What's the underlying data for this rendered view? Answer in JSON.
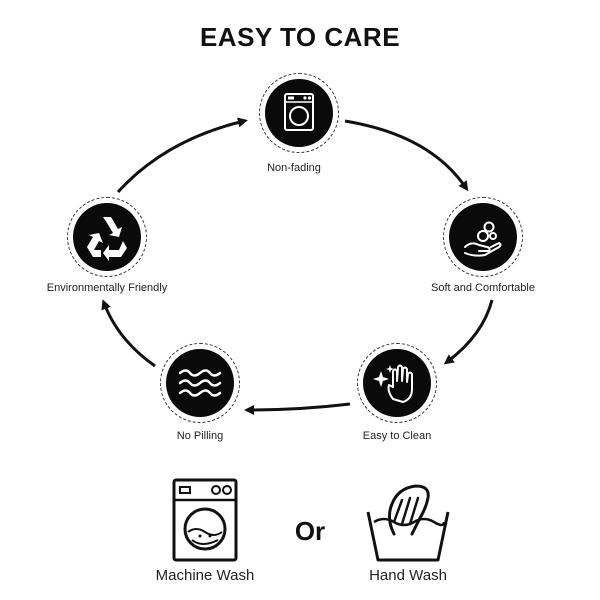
{
  "title": "EASY TO CARE",
  "nodes": [
    {
      "label": "Non-fading",
      "icon": "washing-machine-icon"
    },
    {
      "label": "Soft and Comfortable",
      "icon": "hand-bubbles-icon"
    },
    {
      "label": "Easy to Clean",
      "icon": "sparkle-hand-icon"
    },
    {
      "label": "No Pilling",
      "icon": "waves-icon"
    },
    {
      "label": "Environmentally Friendly",
      "icon": "recycle-icon"
    }
  ],
  "bottom": {
    "machine_wash": "Machine Wash",
    "or": "Or",
    "hand_wash": "Hand Wash"
  },
  "colors": {
    "disc": "#0a0a0a",
    "stroke": "#111111"
  }
}
